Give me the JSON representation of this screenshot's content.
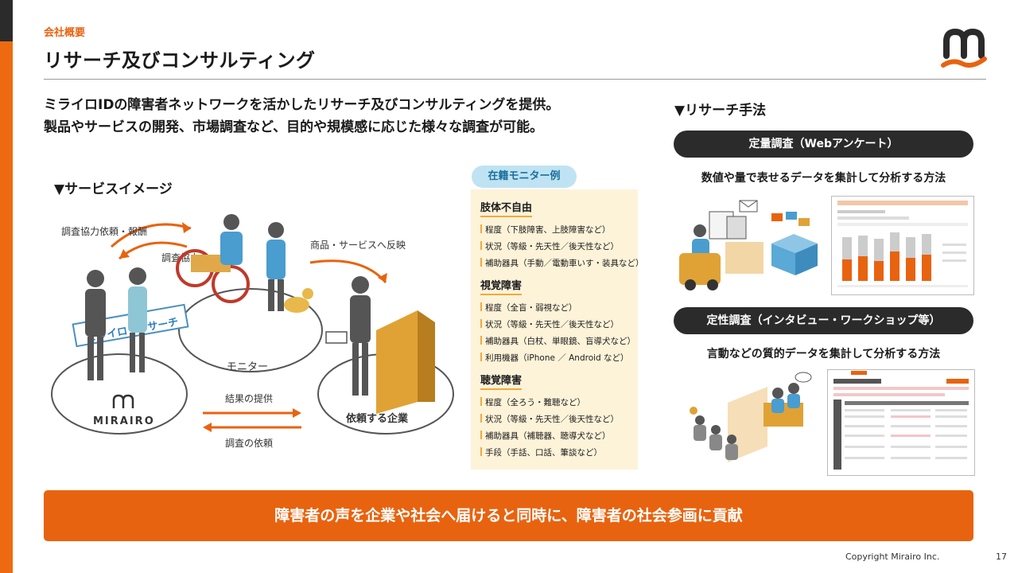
{
  "header": {
    "section": "会社概要",
    "title": "リサーチ及びコンサルティング"
  },
  "lead": {
    "line1": "ミライロIDの障害者ネットワークを活かしたリサーチ及びコンサルティングを提供。",
    "line2": "製品やサービスの開発、市場調査など、目的や規模感に応じた様々な調査が可能。"
  },
  "service": {
    "heading": "▼サービスイメージ",
    "labels": {
      "request_reward": "調査協力依頼・報酬",
      "cooperation": "調査協力",
      "reflect": "商品・サービスへ反映",
      "monitor": "モニター",
      "result": "結果の提供",
      "request": "調査の依頼",
      "company": "依頼する企業",
      "brand": "MIRAIRO",
      "sign": "ミライロ・リサーチ"
    }
  },
  "monitor_panel": {
    "tab": "在籍モニター例",
    "groups": [
      {
        "title": "肢体不自由",
        "items": [
          "程度（下肢障害、上肢障害など）",
          "状況（等級・先天性／後天性など）",
          "補助器具（手動／電動車いす・装具など）"
        ]
      },
      {
        "title": "視覚障害",
        "items": [
          "程度（全盲・弱視など）",
          "状況（等級・先天性／後天性など）",
          "補助器具（白杖、単眼鏡、盲導犬など）",
          "利用機器（iPhone ／ Android など）"
        ]
      },
      {
        "title": "聴覚障害",
        "items": [
          "程度（全ろう・難聴など）",
          "状況（等級・先天性／後天性など）",
          "補助器具（補聴器、聴導犬など）",
          "手段（手話、口話、筆談など）"
        ]
      }
    ]
  },
  "methods": {
    "heading": "▼リサーチ手法",
    "quantitative": {
      "label": "定量調査（Webアンケート）",
      "desc": "数値や量で表せるデータを集計して分析する方法"
    },
    "qualitative": {
      "label": "定性調査（インタビュー・ワークショップ等）",
      "desc": "言動などの質的データを集計して分析する方法"
    }
  },
  "banner": "障害者の声を企業や社会へ届けると同時に、障害者の社会参画に貢献",
  "footer": {
    "copyright": "Copyright Mirairo Inc.",
    "page": "17"
  },
  "colors": {
    "accent": "#e8630f",
    "dark": "#2b2b2b",
    "panel": "#fdf3d9",
    "tab": "#bfe3f3"
  }
}
